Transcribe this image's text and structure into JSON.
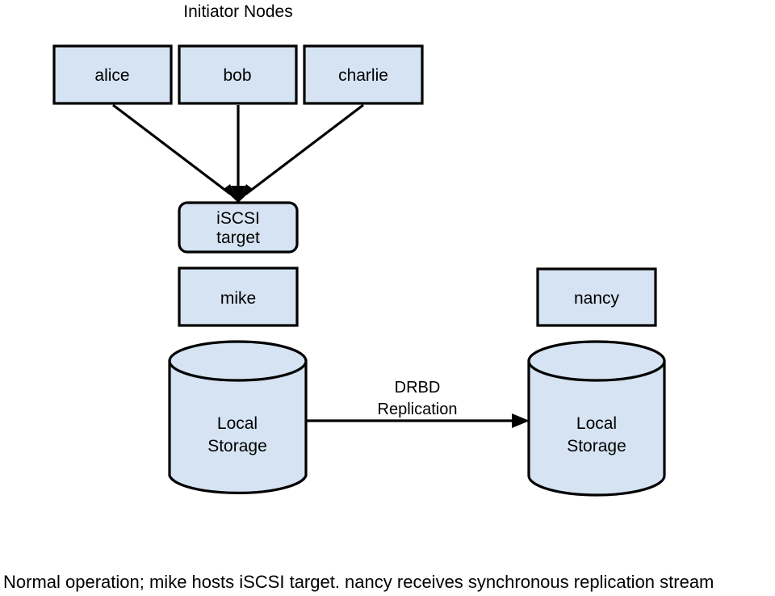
{
  "diagram": {
    "title": "Initiator Nodes",
    "initiators": [
      {
        "label": "alice"
      },
      {
        "label": "bob"
      },
      {
        "label": "charlie"
      }
    ],
    "target": {
      "line1": "iSCSI",
      "line2": "target"
    },
    "hosts": [
      {
        "label": "mike"
      },
      {
        "label": "nancy"
      }
    ],
    "storage": [
      {
        "line1": "Local",
        "line2": "Storage"
      },
      {
        "line1": "Local",
        "line2": "Storage"
      }
    ],
    "replication_edge": {
      "line1": "DRBD",
      "line2": "Replication"
    },
    "caption": "Normal operation; mike hosts iSCSI target. nancy receives synchronous replication stream",
    "colors": {
      "shape_fill": "#d5e3f2",
      "stroke": "#000000",
      "background": "#ffffff",
      "text": "#000000"
    }
  }
}
